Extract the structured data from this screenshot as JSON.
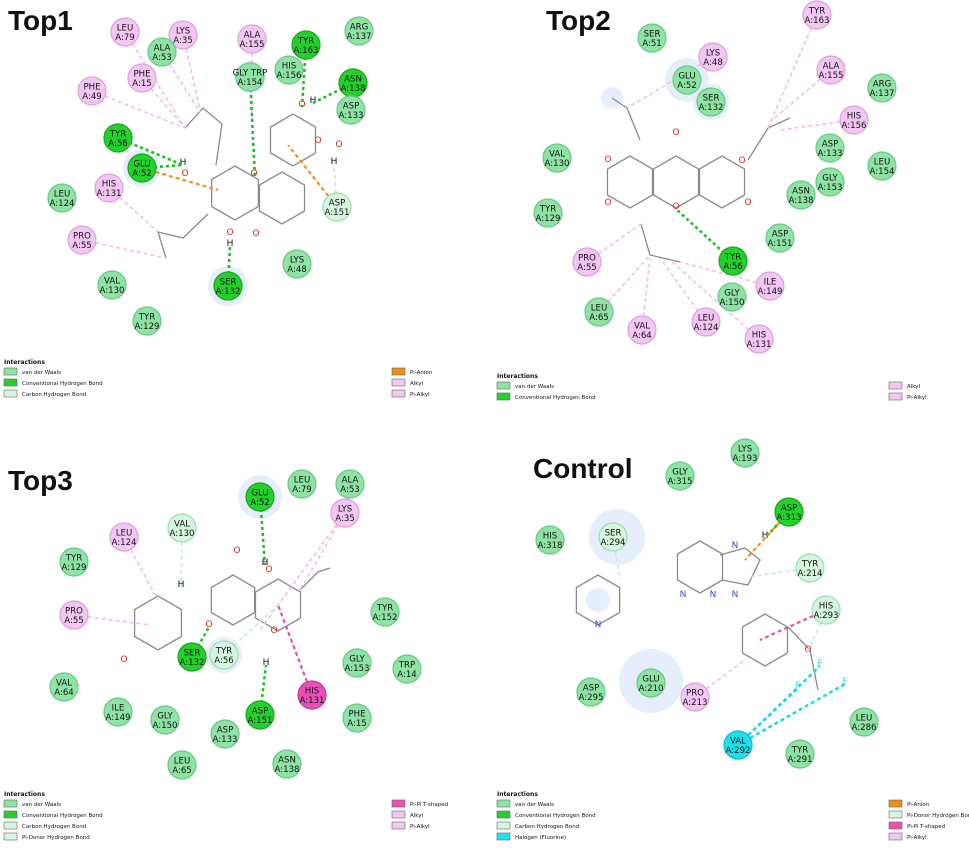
{
  "panels": [
    {
      "id": "top1",
      "title": "Top1",
      "legend_title": "Interactions",
      "legend_left": [
        "van der Waals",
        "Conventional Hydrogen Bond",
        "Carbon Hydrogen Bond"
      ],
      "legend_right": [
        "Pi-Anion",
        "Alkyl",
        "Pi-Alkyl"
      ],
      "atoms": [
        "O",
        "O",
        "O",
        "O",
        "O",
        "O",
        "O",
        "H",
        "H",
        "H",
        "H"
      ],
      "residues": [
        {
          "name": "LEU",
          "num": "A:79",
          "type": "alkyl"
        },
        {
          "name": "LYS",
          "num": "A:35",
          "type": "alkyl"
        },
        {
          "name": "ALA",
          "num": "A:53",
          "type": "vdw"
        },
        {
          "name": "ALA",
          "num": "A:155",
          "type": "alkyl"
        },
        {
          "name": "TYR",
          "num": "A:163",
          "type": "hbond"
        },
        {
          "name": "ARG",
          "num": "A:137",
          "type": "vdw"
        },
        {
          "name": "PHE",
          "num": "A:15",
          "type": "alkyl"
        },
        {
          "name": "GLY TRP",
          "num": "A:154",
          "type": "vdw"
        },
        {
          "name": "HIS",
          "num": "A:156",
          "type": "vdw"
        },
        {
          "name": "ASN",
          "num": "A:138",
          "type": "hbond"
        },
        {
          "name": "PHE",
          "num": "A:49",
          "type": "alkyl"
        },
        {
          "name": "ASP",
          "num": "A:133",
          "type": "vdw"
        },
        {
          "name": "TYR",
          "num": "A:56",
          "type": "hbond"
        },
        {
          "name": "GLU",
          "num": "A:52",
          "type": "hbond"
        },
        {
          "name": "LEU",
          "num": "A:124",
          "type": "vdw"
        },
        {
          "name": "HIS",
          "num": "A:131",
          "type": "alkyl"
        },
        {
          "name": "ASP",
          "num": "A:151",
          "type": "ch"
        },
        {
          "name": "PRO",
          "num": "A:55",
          "type": "alkyl"
        },
        {
          "name": "LYS",
          "num": "A:48",
          "type": "vdw"
        },
        {
          "name": "SER",
          "num": "A:132",
          "type": "hbond"
        },
        {
          "name": "VAL",
          "num": "A:130",
          "type": "vdw"
        },
        {
          "name": "TYR",
          "num": "A:129",
          "type": "vdw"
        }
      ]
    },
    {
      "id": "top2",
      "title": "Top2",
      "legend_title": "Interactions",
      "legend_left": [
        "van der Waals",
        "Conventional Hydrogen Bond"
      ],
      "legend_right": [
        "Alkyl",
        "Pi-Alkyl"
      ],
      "atoms": [
        "O",
        "O",
        "O",
        "O",
        "O",
        "O"
      ],
      "residues": [
        {
          "name": "SER",
          "num": "A:51",
          "type": "vdw"
        },
        {
          "name": "TYR",
          "num": "A:163",
          "type": "alkyl"
        },
        {
          "name": "LYS",
          "num": "A:48",
          "type": "alkyl"
        },
        {
          "name": "GLU",
          "num": "A:52",
          "type": "vdw"
        },
        {
          "name": "ALA",
          "num": "A:155",
          "type": "alkyl"
        },
        {
          "name": "ARG",
          "num": "A:137",
          "type": "vdw"
        },
        {
          "name": "SER",
          "num": "A:132",
          "type": "vdw"
        },
        {
          "name": "HIS",
          "num": "A:156",
          "type": "alkyl"
        },
        {
          "name": "ASP",
          "num": "A:133",
          "type": "vdw"
        },
        {
          "name": "VAL",
          "num": "A:130",
          "type": "vdw"
        },
        {
          "name": "LEU",
          "num": "A:154",
          "type": "vdw"
        },
        {
          "name": "GLY",
          "num": "A:153",
          "type": "vdw"
        },
        {
          "name": "ASN",
          "num": "A:138",
          "type": "vdw"
        },
        {
          "name": "TYR",
          "num": "A:129",
          "type": "vdw"
        },
        {
          "name": "ASP",
          "num": "A:151",
          "type": "vdw"
        },
        {
          "name": "PRO",
          "num": "A:55",
          "type": "alkyl"
        },
        {
          "name": "TYR",
          "num": "A:56",
          "type": "hbond"
        },
        {
          "name": "ILE",
          "num": "A:149",
          "type": "alkyl"
        },
        {
          "name": "GLY",
          "num": "A:150",
          "type": "vdw"
        },
        {
          "name": "LEU",
          "num": "A:65",
          "type": "vdw"
        },
        {
          "name": "LEU",
          "num": "A:124",
          "type": "alkyl"
        },
        {
          "name": "VAL",
          "num": "A:64",
          "type": "alkyl"
        },
        {
          "name": "HIS",
          "num": "A:131",
          "type": "alkyl"
        }
      ]
    },
    {
      "id": "top3",
      "title": "Top3",
      "legend_title": "Interactions",
      "legend_left": [
        "van der Waals",
        "Conventional Hydrogen Bond",
        "Carbon Hydrogen Bond",
        "Pi-Donor Hydrogen Bond"
      ],
      "legend_right": [
        "Pi-Pi T-shaped",
        "Alkyl",
        "Pi-Alkyl"
      ],
      "atoms": [
        "O",
        "O",
        "O",
        "O",
        "O",
        "H",
        "H",
        "H"
      ],
      "residues": [
        {
          "name": "ALA",
          "num": "A:53",
          "type": "vdw"
        },
        {
          "name": "GLU",
          "num": "A:52",
          "type": "hbond"
        },
        {
          "name": "LEU",
          "num": "A:79",
          "type": "vdw"
        },
        {
          "name": "VAL",
          "num": "A:130",
          "type": "ch"
        },
        {
          "name": "LYS",
          "num": "A:35",
          "type": "alkyl"
        },
        {
          "name": "LEU",
          "num": "A:124",
          "type": "alkyl"
        },
        {
          "name": "TYR",
          "num": "A:129",
          "type": "vdw"
        },
        {
          "name": "PRO",
          "num": "A:55",
          "type": "alkyl"
        },
        {
          "name": "TYR",
          "num": "A:152",
          "type": "vdw"
        },
        {
          "name": "SER",
          "num": "A:132",
          "type": "hbond"
        },
        {
          "name": "TYR",
          "num": "A:56",
          "type": "ch"
        },
        {
          "name": "GLY",
          "num": "A:153",
          "type": "vdw"
        },
        {
          "name": "TRP",
          "num": "A:14",
          "type": "vdw"
        },
        {
          "name": "VAL",
          "num": "A:64",
          "type": "vdw"
        },
        {
          "name": "HIS",
          "num": "A:131",
          "type": "pipi"
        },
        {
          "name": "ILE",
          "num": "A:149",
          "type": "vdw"
        },
        {
          "name": "GLY",
          "num": "A:150",
          "type": "vdw"
        },
        {
          "name": "ASP",
          "num": "A:151",
          "type": "hbond"
        },
        {
          "name": "PHE",
          "num": "A:15",
          "type": "vdw"
        },
        {
          "name": "ASP",
          "num": "A:133",
          "type": "vdw"
        },
        {
          "name": "LEU",
          "num": "A:65",
          "type": "vdw"
        },
        {
          "name": "ASN",
          "num": "A:138",
          "type": "vdw"
        }
      ]
    },
    {
      "id": "control",
      "title": "Control",
      "legend_title": "Interactions",
      "legend_left": [
        "van der Waals",
        "Conventional Hydrogen Bond",
        "Carbon Hydrogen Bond",
        "Halogen (Fluorine)"
      ],
      "legend_right": [
        "Pi-Anion",
        "Pi-Donor Hydrogen Bond",
        "Pi-Pi T-shaped",
        "Pi-Alkyl"
      ],
      "atoms": [
        "N",
        "N",
        "N",
        "N",
        "N",
        "O",
        "F",
        "F",
        "F",
        "H"
      ],
      "residues": [
        {
          "name": "LYS",
          "num": "A:193",
          "type": "vdw"
        },
        {
          "name": "GLY",
          "num": "A:315",
          "type": "vdw"
        },
        {
          "name": "ASP",
          "num": "A:313",
          "type": "hbond"
        },
        {
          "name": "HIS",
          "num": "A:318",
          "type": "vdw"
        },
        {
          "name": "SER",
          "num": "A:294",
          "type": "ch"
        },
        {
          "name": "TYR",
          "num": "A:214",
          "type": "ch"
        },
        {
          "name": "HIS",
          "num": "A:293",
          "type": "ch"
        },
        {
          "name": "ASP",
          "num": "A:295",
          "type": "vdw"
        },
        {
          "name": "GLU",
          "num": "A:210",
          "type": "vdw"
        },
        {
          "name": "PRO",
          "num": "A:213",
          "type": "alkyl"
        },
        {
          "name": "LEU",
          "num": "A:286",
          "type": "vdw"
        },
        {
          "name": "VAL",
          "num": "A:292",
          "type": "halogen"
        },
        {
          "name": "TYR",
          "num": "A:291",
          "type": "vdw"
        }
      ]
    }
  ],
  "colors": {
    "vdw": "#8fe3a4",
    "hbond": "#22d12a",
    "ch": "#d6f5de",
    "pidonor": "#d6f5de",
    "halogen": "#16e3ee",
    "alkyl": "#f4c6f3",
    "pialkyl": "#f4c6f3",
    "pianion": "#ef8f19",
    "pipi": "#ea4fb8",
    "hbond_line": "#17c21c",
    "ch_line": "#bfeed0",
    "halogen_line": "#17d8e8",
    "alkyl_line": "#f2b6f0",
    "pianion_line": "#ee9418",
    "pipi_line": "#e64fb5",
    "bond_gray": "#8a8a8a",
    "atom_oxygen": "#e02020",
    "atom_nitrogen": "#3b4fd8",
    "atom_fluorine": "#31d6e8",
    "halo_blue": "#dde8fb"
  }
}
